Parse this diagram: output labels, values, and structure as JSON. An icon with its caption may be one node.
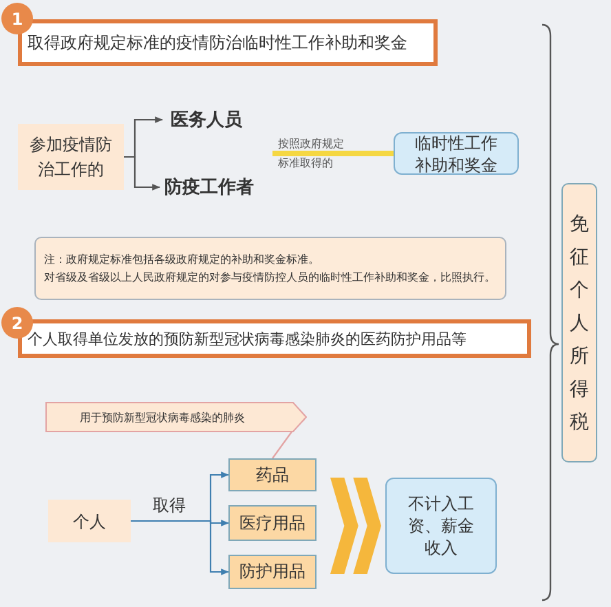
{
  "diagram": {
    "nodes": [
      {
        "text": [
          "1"
        ]
      },
      {
        "text": [
          "取得政府规定标准的疫情防治临时性工作补助和奖金"
        ]
      },
      {
        "text": [
          "参加疫情防治工作的"
        ]
      },
      {
        "text": [
          "医务人员"
        ]
      },
      {
        "text": [
          "防疫工作者"
        ]
      },
      {
        "text": [
          "临时性工作补助和奖金"
        ]
      },
      {
        "text": [
          "注：政府规定标准包括各级政府规定的补助和奖金标准。",
          "对省级及省级以上人民政府规定的对参与疫情防控人员的临时性工作补助和奖金，比照执行。"
        ]
      },
      {
        "text": [
          "2"
        ]
      },
      {
        "text": [
          "个人取得单位发放的预防新型冠状病毒感染肺炎的医药防护用品等"
        ]
      },
      {
        "text": [
          "用于预防新型冠状病毒感染的肺炎"
        ]
      },
      {
        "text": [
          "个人"
        ]
      },
      {
        "text": [
          "药品"
        ]
      },
      {
        "text": [
          "医疗用品"
        ]
      },
      {
        "text": [
          "防护用品"
        ]
      },
      {
        "text": [
          "不计入工资、薪金收入"
        ]
      },
      {
        "text": [
          "免征个人所得税"
        ]
      }
    ],
    "edges": [
      {
        "from": 2,
        "to": 3,
        "arrow": "to",
        "color": "#555555"
      },
      {
        "from": 2,
        "to": 4,
        "arrow": "to",
        "color": "#555555"
      },
      {
        "from": 4,
        "to": 5,
        "arrow": "none",
        "label": "按照政府规定标准取得的",
        "style": "thick",
        "color": "#f5d742"
      },
      {
        "from": 9,
        "to": 11,
        "arrow": "other",
        "color": "#e3a3a3"
      },
      {
        "from": 10,
        "to": 11,
        "arrow": "to",
        "color": "#3f7fb0"
      },
      {
        "from": 10,
        "to": 12,
        "arrow": "to",
        "label": "取得",
        "color": "#3f7fb0"
      },
      {
        "from": 10,
        "to": 13,
        "arrow": "to",
        "color": "#3f7fb0"
      },
      {
        "from": 12,
        "to": 14,
        "arrow": "to",
        "style": "thick",
        "color": "#f5b73c"
      }
    ]
  }
}
